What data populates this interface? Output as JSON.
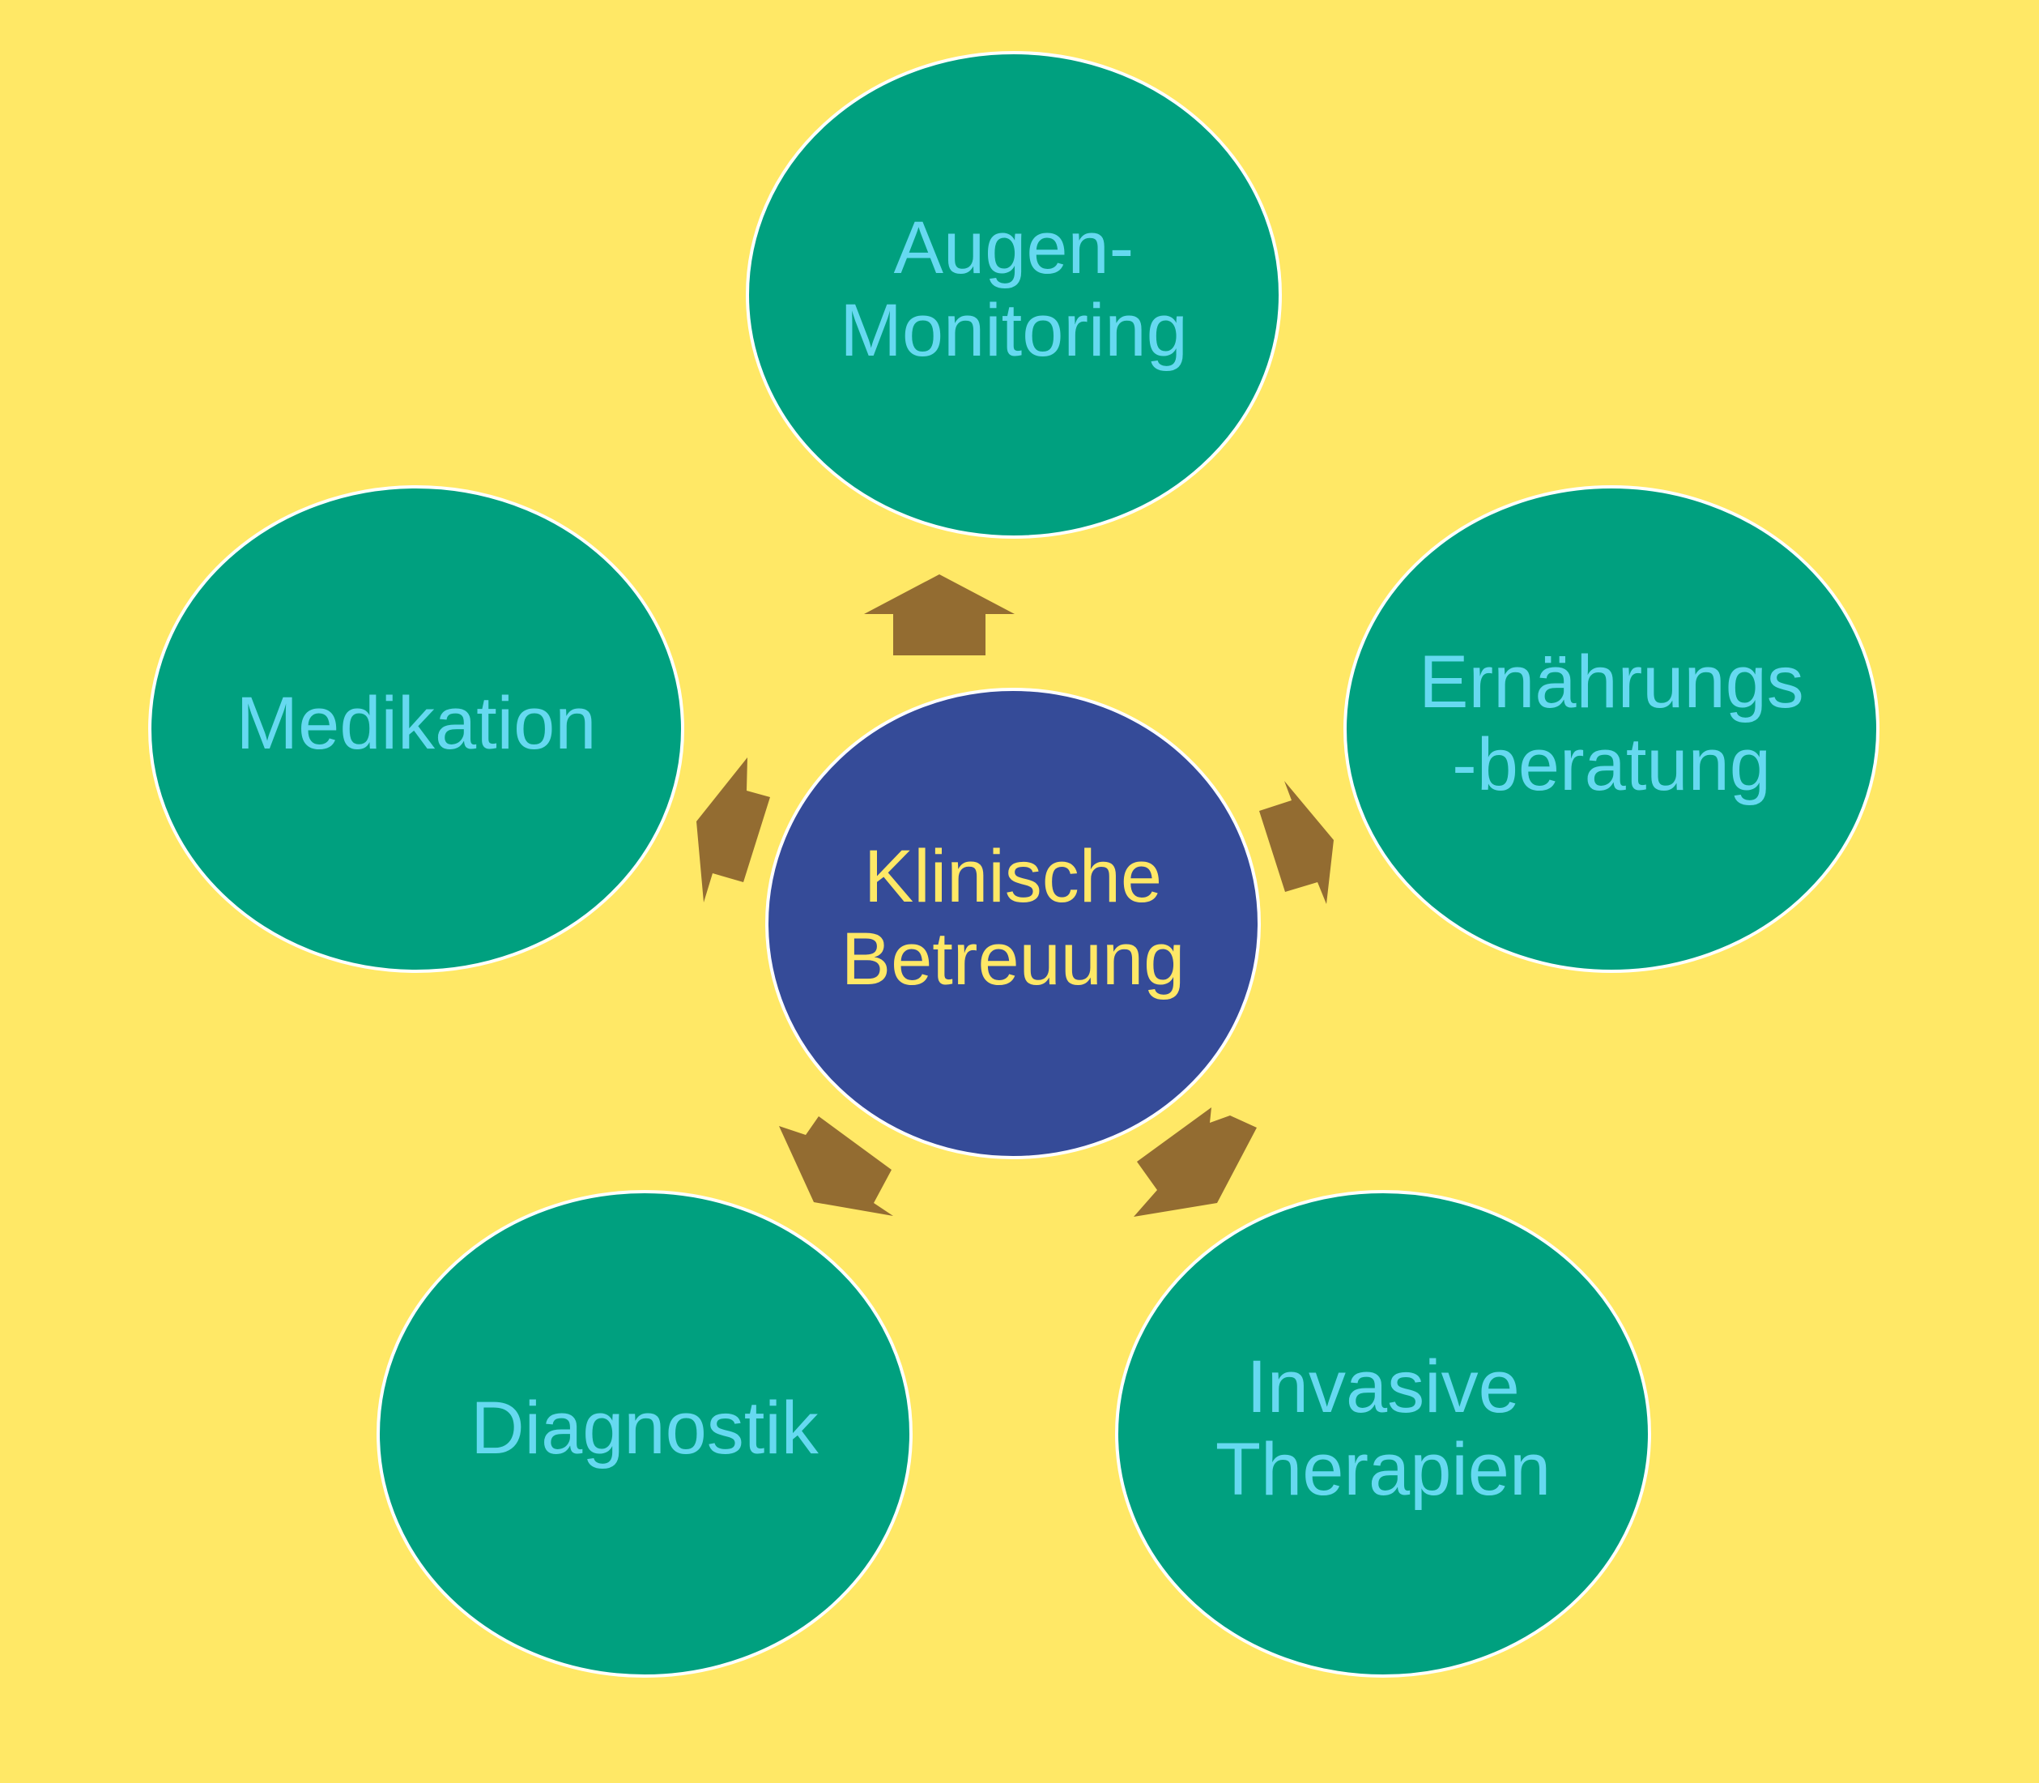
{
  "colors": {
    "background": "#FFE866",
    "outer_fill": "#00A07F",
    "outer_text": "#66D9F0",
    "center_fill": "#354B98",
    "center_text": "#FFE866",
    "arrow": "#936C31",
    "outline": "#FFFFFF"
  },
  "center": {
    "lines": [
      "Klinische",
      "Betreuung"
    ]
  },
  "nodes": [
    {
      "id": "augen-monitoring",
      "lines": [
        "Augen-",
        "Monitoring"
      ]
    },
    {
      "id": "ernaehrungsberatung",
      "lines": [
        "Ernährungs",
        "-beratung"
      ]
    },
    {
      "id": "invasive-therapien",
      "lines": [
        "Invasive",
        "Therapien"
      ]
    },
    {
      "id": "diagnostik",
      "lines": [
        "Diagnostik"
      ]
    },
    {
      "id": "medikation",
      "lines": [
        "Medikation"
      ]
    }
  ]
}
